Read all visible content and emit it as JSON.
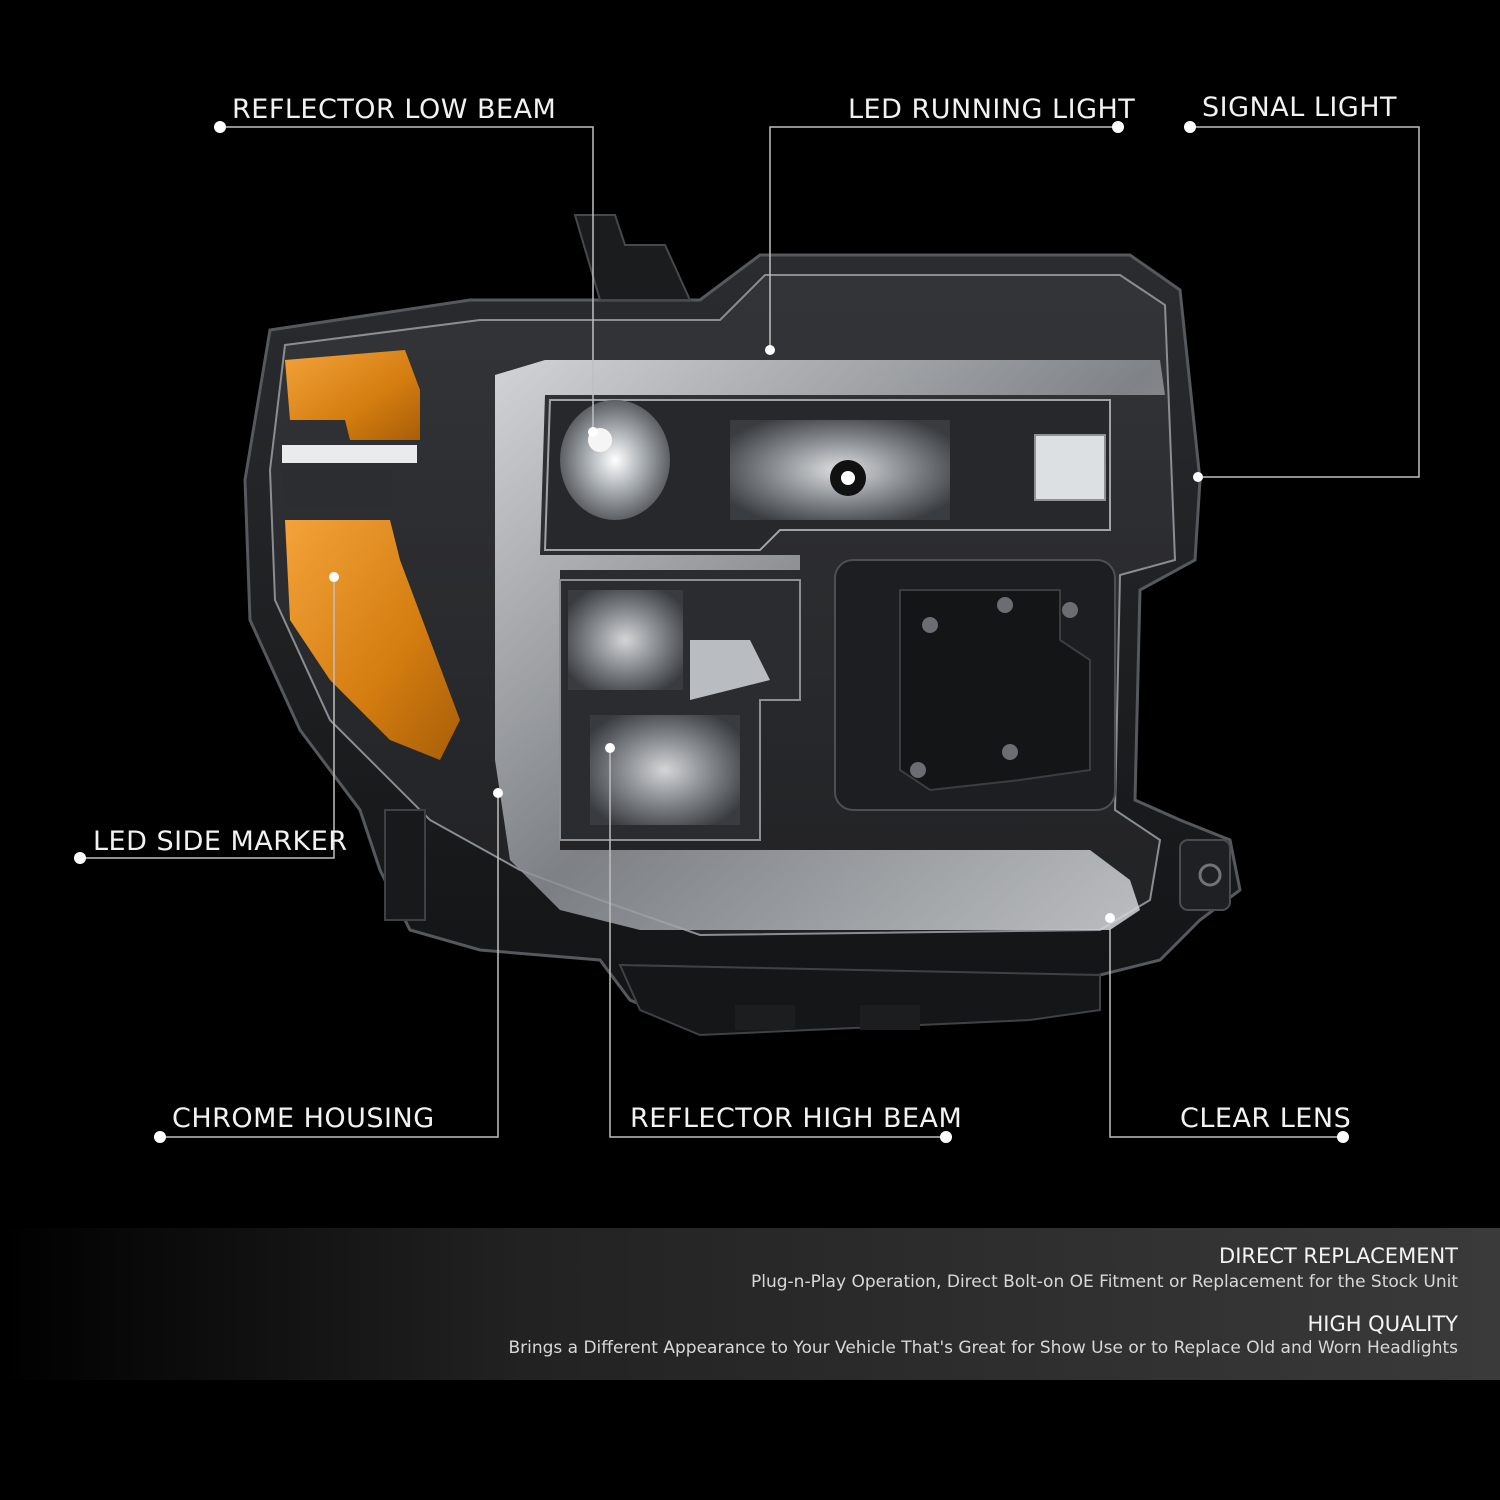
{
  "callouts": {
    "reflector_low_beam": "REFLECTOR LOW BEAM",
    "led_running_light": "LED RUNNING LIGHT",
    "signal_light": "SIGNAL LIGHT",
    "led_side_marker": "LED SIDE MARKER",
    "chrome_housing": "CHROME HOUSING",
    "reflector_high_beam": "REFLECTOR HIGH BEAM",
    "clear_lens": "CLEAR LENS"
  },
  "features": [
    {
      "title": "DIRECT REPLACEMENT",
      "desc": "Plug-n-Play Operation, Direct Bolt-on OE Fitment or Replacement for the Stock Unit"
    },
    {
      "title": "HIGH QUALITY",
      "desc": "Brings a Different Appearance to Your Vehicle That's Great for Show Use or to Replace Old and Worn Headlights"
    }
  ],
  "colors": {
    "background": "#000000",
    "amber": "#e08a1c",
    "chrome": "#c9ccd0",
    "leader": "#bfbfbf"
  }
}
